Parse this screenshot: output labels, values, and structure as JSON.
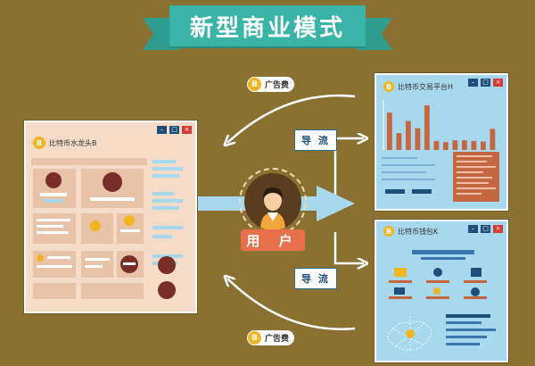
{
  "title": "新型商业模式",
  "user": {
    "label": "用 户"
  },
  "flow_tags": {
    "top": "导 流",
    "bottom": "导 流"
  },
  "ad_badges": {
    "top": "广告费",
    "bottom": "广告费"
  },
  "windows": {
    "faucet": {
      "title": "比特币水龙头B"
    },
    "exchange": {
      "title": "比特币交易平台H"
    },
    "wallet": {
      "title": "比特币钱包K"
    }
  },
  "coin_symbol": "B",
  "colors": {
    "background": "#8a7132",
    "ribbon": "#39b4a6",
    "window_left": "#f5dcc8",
    "window_right": "#a8d8ee",
    "arrow": "#a8d8ee",
    "user_label": "#e8704a"
  },
  "chart_data": {
    "type": "bar",
    "values": [
      62,
      28,
      48,
      36,
      74,
      15,
      13,
      16,
      16,
      15,
      14,
      35
    ]
  }
}
